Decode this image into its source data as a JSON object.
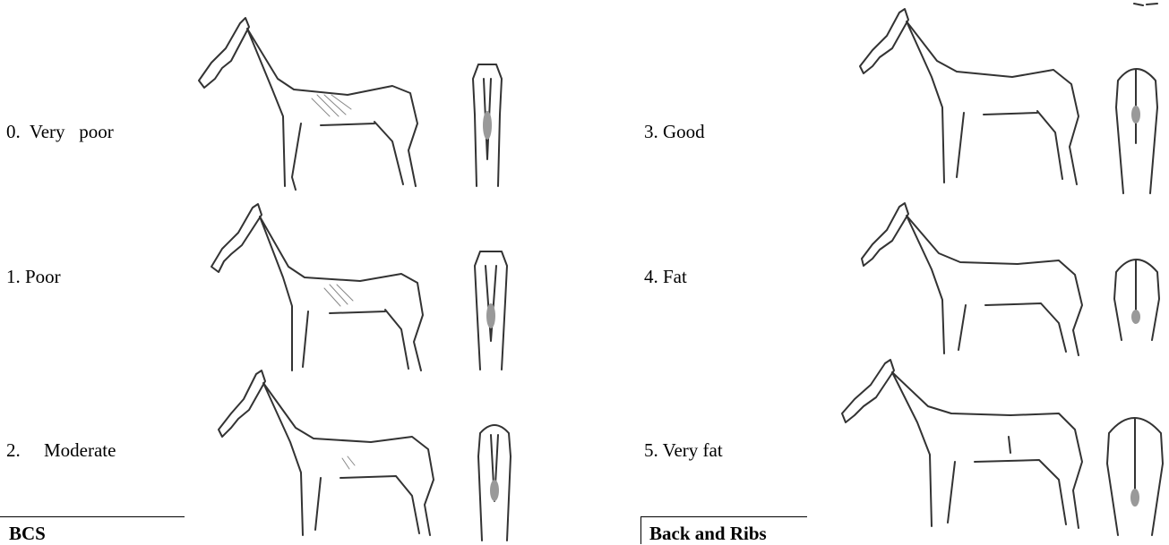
{
  "scores": [
    {
      "label": "0.  Very   poor"
    },
    {
      "label": "1. Poor"
    },
    {
      "label": "2.     Moderate"
    },
    {
      "label": "3. Good"
    },
    {
      "label": "4. Fat"
    },
    {
      "label": "5. Very fat"
    }
  ],
  "headers": {
    "left": "BCS",
    "right": "Back and Ribs"
  }
}
